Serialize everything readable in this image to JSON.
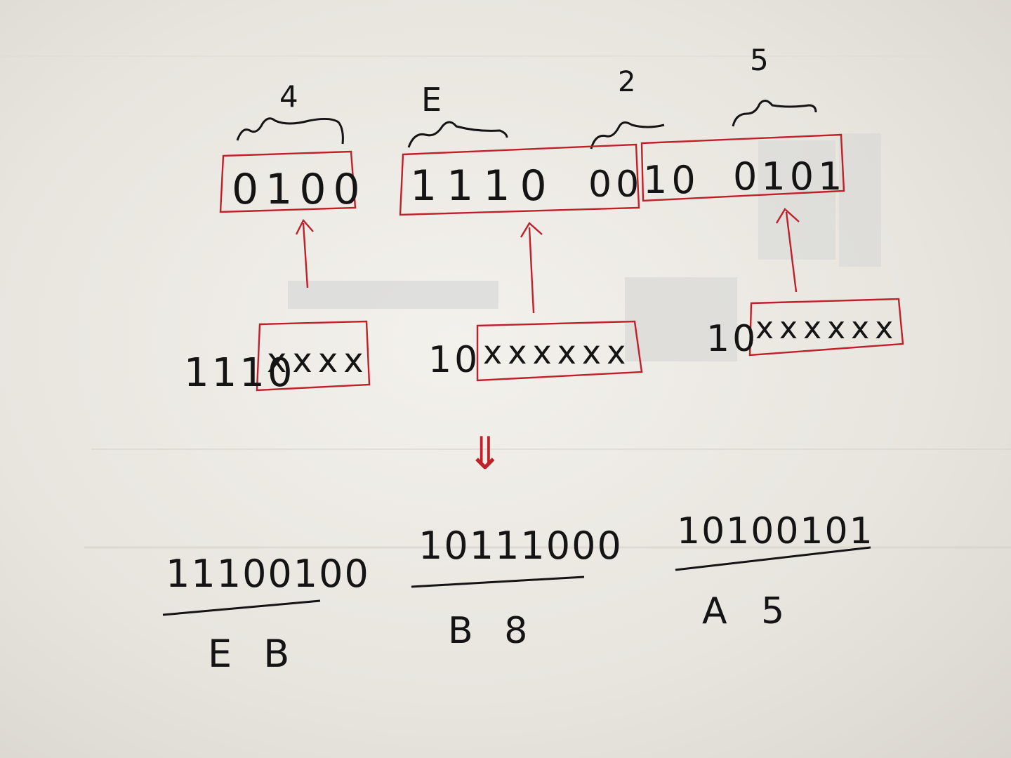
{
  "colors": {
    "ink": "#141414",
    "red_pen": "#c0202a",
    "paper": "#efece6",
    "ghost_print": "#c9c6c0"
  },
  "top_row": {
    "labels": [
      "4",
      "E",
      "2",
      "5"
    ],
    "boxes": [
      "0100",
      "1110",
      "00",
      "10",
      "0101"
    ]
  },
  "template_row": {
    "groups": [
      {
        "prefix": "1110",
        "payload": "xxxx"
      },
      {
        "prefix": "10",
        "payload": "xxxxxx"
      },
      {
        "prefix": "10",
        "payload": "xxxxxx"
      }
    ]
  },
  "conversion_arrow": "⇓",
  "results": [
    {
      "binary": "11100100",
      "hex": "E B"
    },
    {
      "binary": "10111000",
      "hex": "B 8"
    },
    {
      "binary": "10100101",
      "hex": "A 5"
    }
  ]
}
